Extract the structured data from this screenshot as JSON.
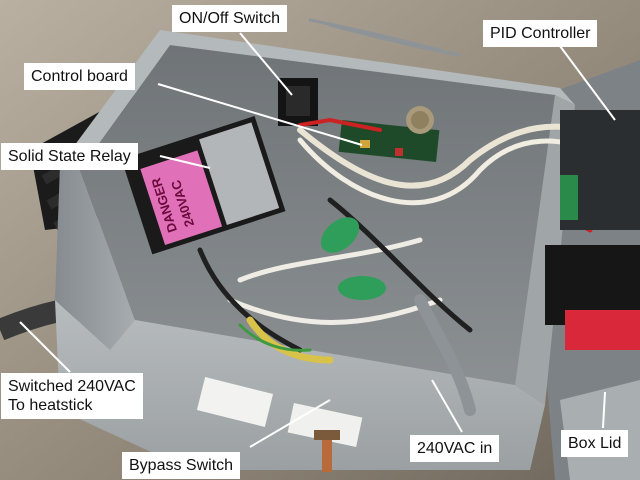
{
  "labels": {
    "on_off_switch": "ON/Off Switch",
    "control_board": "Control board",
    "solid_state_relay": "Solid State Relay",
    "pid_controller": "PID Controller",
    "switched_output": "Switched 240VAC\nTo heatstick",
    "bypass_switch": "Bypass Switch",
    "power_in": "240VAC in",
    "box_lid": "Box Lid"
  },
  "relay_sticker": {
    "line1": "DANGER",
    "line2": "240VAC"
  },
  "colors": {
    "label_background": "#ffffff",
    "label_text": "#111111",
    "leader_line": "#ffffff",
    "enclosure": "#9ea3a6",
    "relay_sticker": "#e070b8"
  }
}
